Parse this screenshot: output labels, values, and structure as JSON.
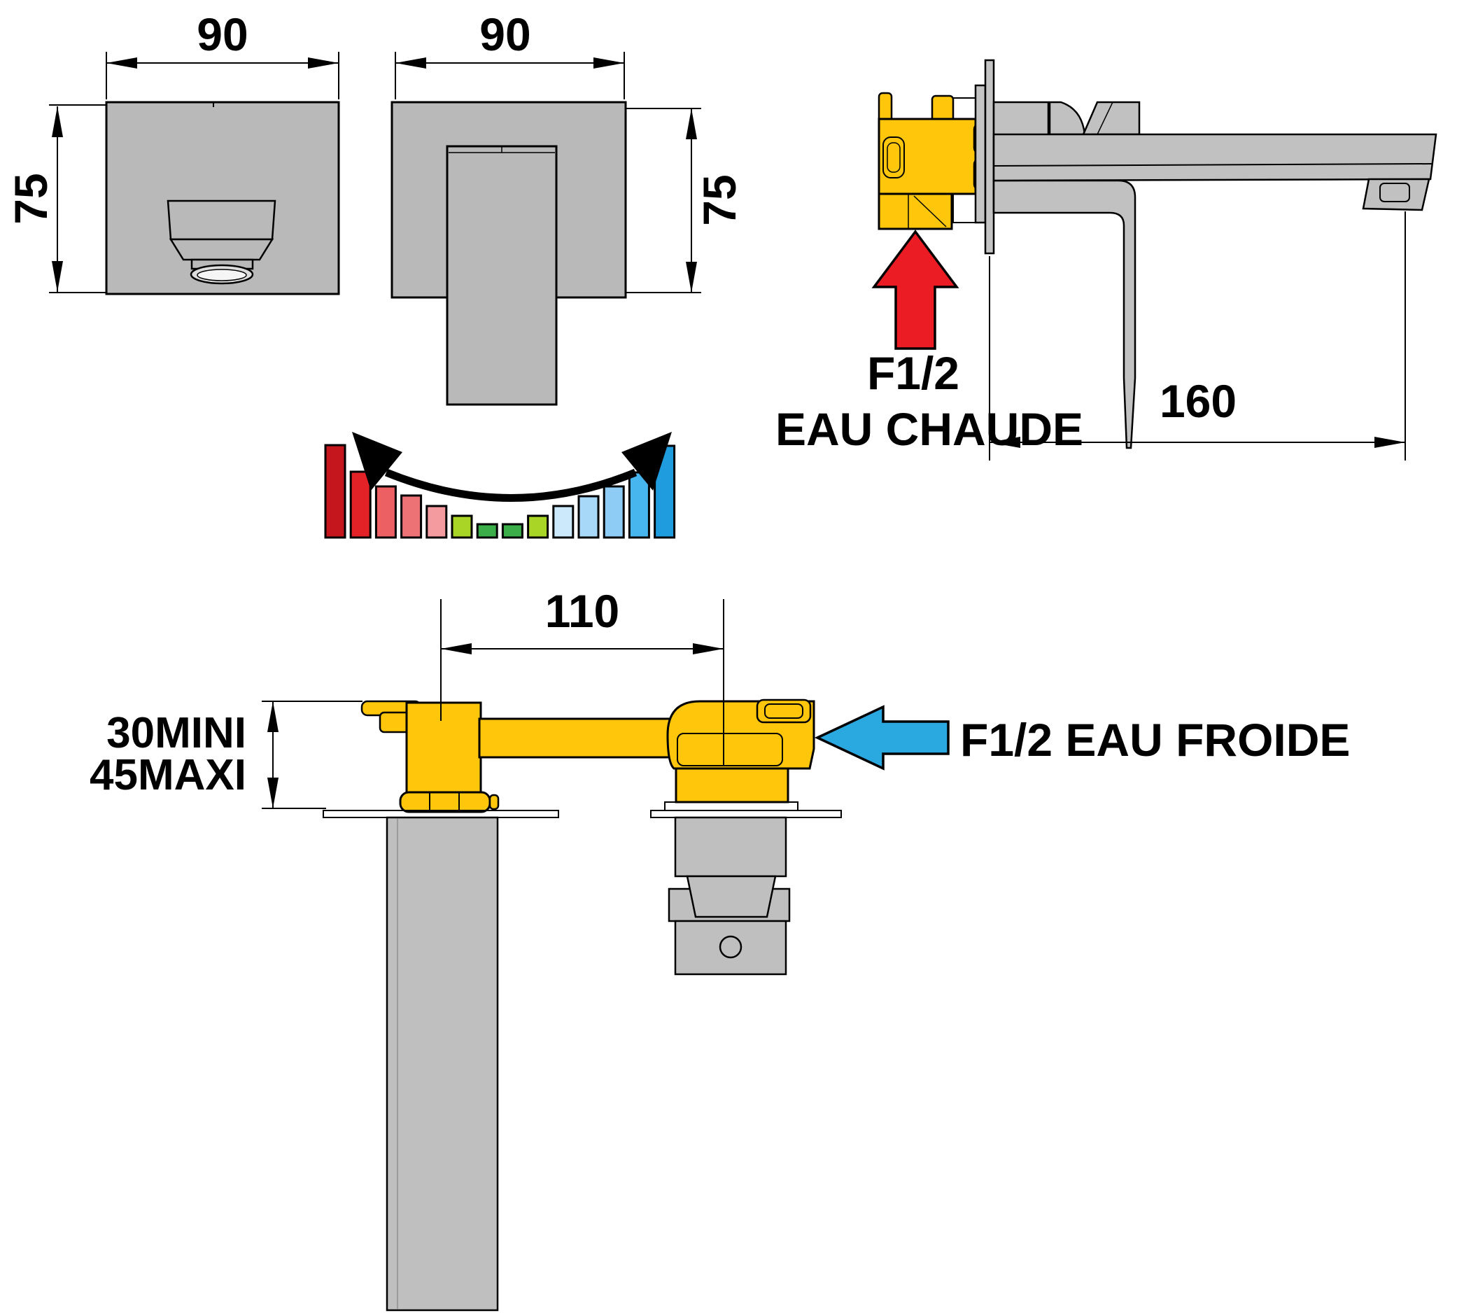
{
  "drawing": {
    "kind": "wall-mounted basin mixer installation drawing",
    "views": [
      "front-spout-plate",
      "front-mixer-plate",
      "side-section",
      "plan-rough-in"
    ]
  },
  "dimensions": {
    "plate_width_left": "90",
    "plate_width_right": "90",
    "plate_height_left": "75",
    "plate_height_right": "75",
    "spout_reach": "160",
    "inlet_center_distance": "110",
    "wall_depth_min": "30MINI",
    "wall_depth_max": "45MAXI"
  },
  "labels": {
    "hot_thread": "F1/2",
    "hot_water": "EAU CHAUDE",
    "cold_water": "F1/2 EAU FROIDE"
  },
  "colors": {
    "rough_in_body": "#FFC60B",
    "chrome_part": "#BFBFBF",
    "plate_gray": "#B9B9B9",
    "strip_gray": "#CCCCCC",
    "hot_arrow": "#EC1C24",
    "cold_arrow": "#2AA9E1",
    "outline": "#000000"
  },
  "chart_data": {
    "type": "bar",
    "title": "",
    "xlabel": "",
    "ylabel": "",
    "grid": false,
    "legend": "none",
    "description": "temperature mixing indicator: handle swings between hot (red, left) and cold (blue, right), green = mixed",
    "categories": [
      "hot-max",
      "hot",
      "hot",
      "hot-warm",
      "warm",
      "warm-mix",
      "mix",
      "mix",
      "mix-cool",
      "cool",
      "cool",
      "cold-cool",
      "cold",
      "cold-max"
    ],
    "values": [
      132,
      94,
      73,
      60,
      45,
      31,
      19,
      19,
      31,
      45,
      59,
      73,
      93,
      131
    ],
    "colors": [
      "#C5161D",
      "#E32227",
      "#EC6063",
      "#EC7276",
      "#F49BA0",
      "#A9D626",
      "#3BAE49",
      "#3BAE49",
      "#A9D626",
      "#CBE9FB",
      "#A7D8F8",
      "#8FCCF5",
      "#47B6EF",
      "#1F9CDE"
    ]
  }
}
